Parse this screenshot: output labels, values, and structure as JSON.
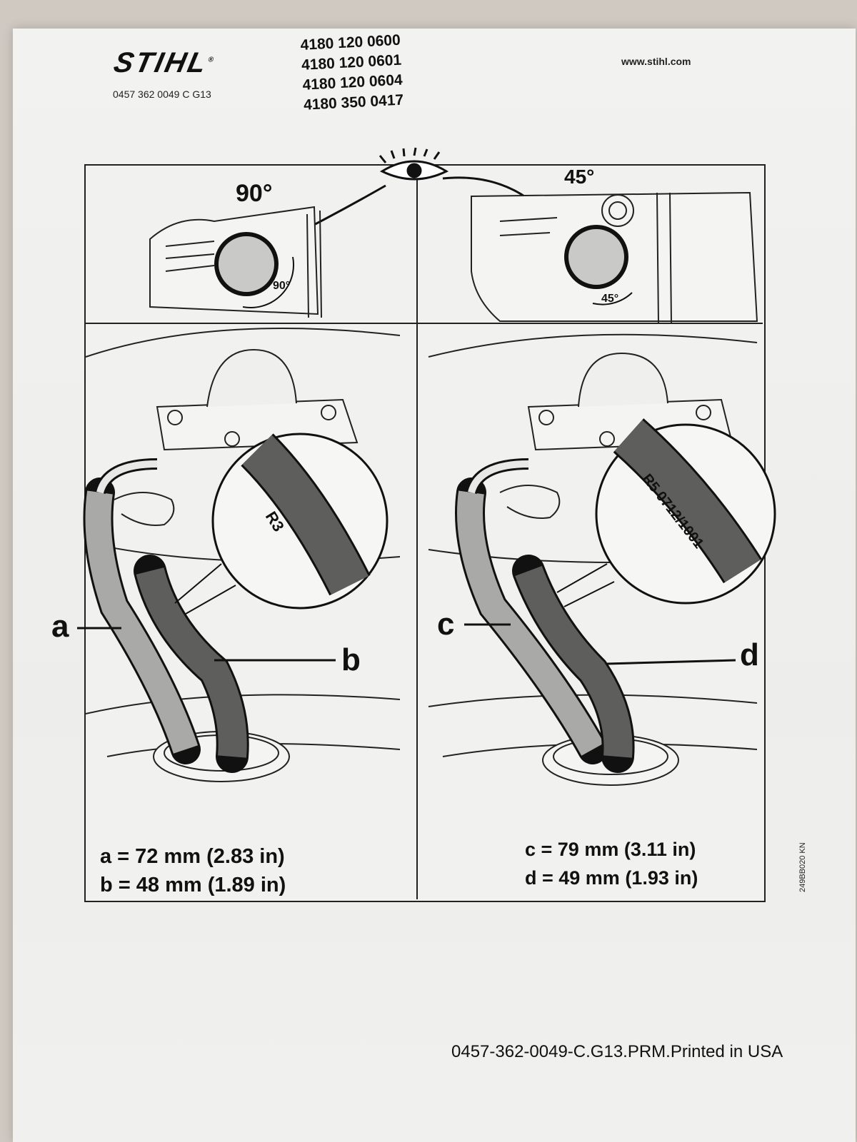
{
  "header": {
    "brand": "STIHL",
    "brand_mark": "®",
    "doc_code": "0457 362 0049 C G13",
    "part_numbers": [
      "4180 120 0600",
      "4180 120 0601",
      "4180 120 0604",
      "4180 350 0417"
    ],
    "url": "www.stihl.com"
  },
  "left_panel": {
    "angle_title": "90°",
    "angle_label": "90°",
    "hose_code": "R3",
    "callout_1": "a",
    "callout_2": "b",
    "measure_1": "a = 72 mm (2.83 in)",
    "measure_2": "b = 48 mm (1.89 in)"
  },
  "right_panel": {
    "angle_title": "45°",
    "angle_label": "45°",
    "hose_code": "R5 0712/1001",
    "callout_1": "c",
    "callout_2": "d",
    "measure_1": "c = 79 mm (3.11 in)",
    "measure_2": "d = 49 mm (1.93 in)"
  },
  "side_code": "249BB020 KN",
  "footer": "0457-362-0049-C.G13.PRM.Printed in USA",
  "colors": {
    "hose_light": "#a9a9a7",
    "hose_dark": "#5e5e5c",
    "ink": "#111111",
    "paper": "#f1f1ef"
  }
}
